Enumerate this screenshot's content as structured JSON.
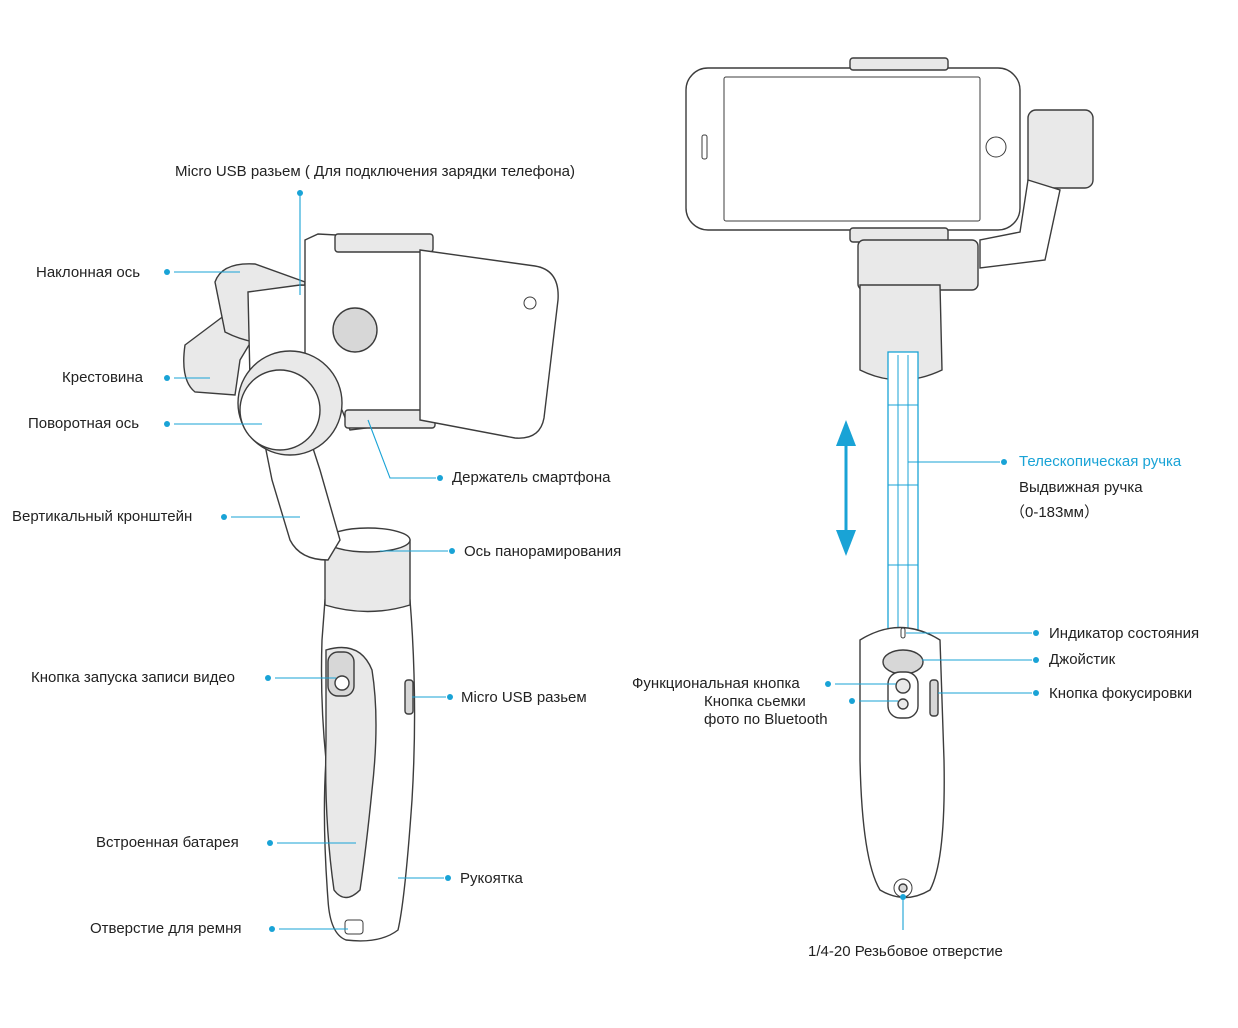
{
  "labels": {
    "micro_usb_phone": "Micro USB разьем ( Для подключения зарядки телефона)",
    "tilt_axis": "Наклонная ось",
    "crossbar": "Крестовина",
    "roll_axis": "Поворотная ось",
    "phone_holder": "Держатель смартфона",
    "vertical_bracket": "Вертикальный кронштейн",
    "pan_axis": "Ось панорамирования",
    "record_button": "Кнопка запуска записи видео",
    "micro_usb": "Micro USB разьем",
    "battery": "Встроенная батарея",
    "handle": "Рукоятка",
    "strap_hole": "Отверстие для ремня",
    "telescopic_handle": "Телескопическая ручка",
    "extendable_handle": "Выдвижная ручка",
    "extend_range": "（0-183мм）",
    "status_indicator": "Индикатор состояния",
    "joystick": "Джойстик",
    "function_button": "Функциональная кнопка",
    "bt_photo_line1": "Кнопка сьемки",
    "bt_photo_line2": "фото по Bluetooth",
    "focus_button": "Кнопка фокусировки",
    "thread_hole": "1/4-20 Резьбовое отверстие"
  },
  "colors": {
    "accent": "#19a3d6",
    "outline": "#3c3c3c",
    "text": "#222222"
  }
}
